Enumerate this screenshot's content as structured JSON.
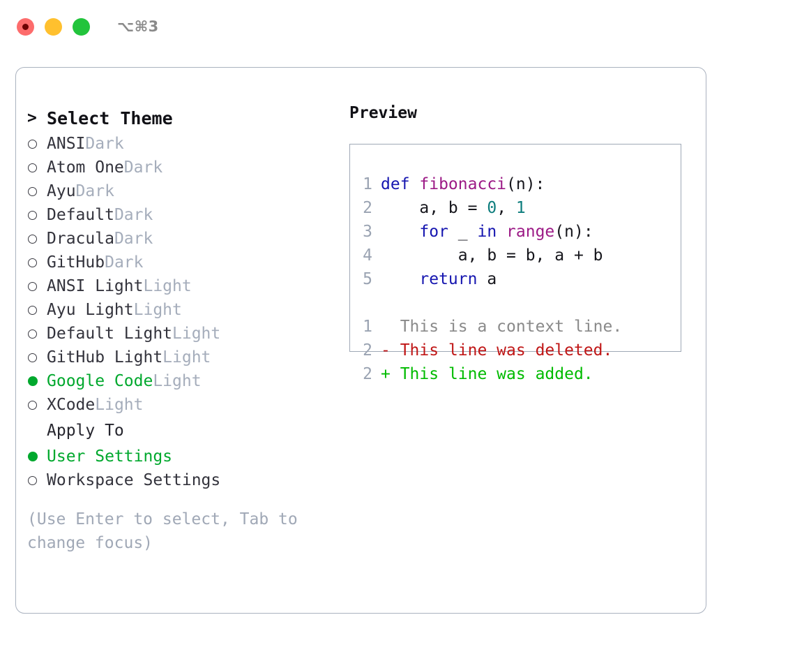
{
  "titlebar": {
    "shortcut": "⌥⌘3",
    "buttons": [
      {
        "name": "close",
        "color": "#fd6c6c"
      },
      {
        "name": "minimize",
        "color": "#ffc02e"
      },
      {
        "name": "maximize",
        "color": "#22c43c"
      }
    ]
  },
  "theme_picker": {
    "prompt": ">",
    "header": "Select Theme",
    "items": [
      {
        "name": "ANSI",
        "kind": "Dark",
        "selected": false
      },
      {
        "name": "Atom One",
        "kind": "Dark",
        "selected": false
      },
      {
        "name": "Ayu",
        "kind": "Dark",
        "selected": false
      },
      {
        "name": "Default",
        "kind": "Dark",
        "selected": false
      },
      {
        "name": "Dracula",
        "kind": "Dark",
        "selected": false
      },
      {
        "name": "GitHub",
        "kind": "Dark",
        "selected": false
      },
      {
        "name": "ANSI Light",
        "kind": "Light",
        "selected": false
      },
      {
        "name": "Ayu Light",
        "kind": "Light",
        "selected": false
      },
      {
        "name": "Default Light",
        "kind": "Light",
        "selected": false
      },
      {
        "name": "GitHub Light",
        "kind": "Light",
        "selected": false
      },
      {
        "name": "Google Code",
        "kind": "Light",
        "selected": true
      },
      {
        "name": "XCode",
        "kind": "Light",
        "selected": false
      }
    ]
  },
  "apply_to": {
    "header": "Apply To",
    "options": [
      {
        "label": "User Settings",
        "selected": true
      },
      {
        "label": "Workspace Settings",
        "selected": false
      }
    ]
  },
  "hint": "(Use Enter to select, Tab to change focus)",
  "preview": {
    "title": "Preview",
    "code_lines": [
      {
        "no": "1",
        "tokens": [
          {
            "t": "def ",
            "c": "kw"
          },
          {
            "t": "fibonacci",
            "c": "fn"
          },
          {
            "t": "(n):",
            "c": "plain"
          }
        ]
      },
      {
        "no": "2",
        "tokens": [
          {
            "t": "    a, b = ",
            "c": "plain"
          },
          {
            "t": "0",
            "c": "num"
          },
          {
            "t": ", ",
            "c": "plain"
          },
          {
            "t": "1",
            "c": "num"
          }
        ]
      },
      {
        "no": "3",
        "tokens": [
          {
            "t": "    ",
            "c": "plain"
          },
          {
            "t": "for",
            "c": "kw"
          },
          {
            "t": " _ ",
            "c": "plain"
          },
          {
            "t": "in",
            "c": "kw"
          },
          {
            "t": " ",
            "c": "plain"
          },
          {
            "t": "range",
            "c": "fn"
          },
          {
            "t": "(n):",
            "c": "plain"
          }
        ]
      },
      {
        "no": "4",
        "tokens": [
          {
            "t": "        a, b = b, a + b",
            "c": "plain"
          }
        ]
      },
      {
        "no": "5",
        "tokens": [
          {
            "t": "    ",
            "c": "plain"
          },
          {
            "t": "return",
            "c": "kw"
          },
          {
            "t": " a",
            "c": "plain"
          }
        ]
      }
    ],
    "diff_lines": [
      {
        "no": "1",
        "marker": " ",
        "text": " This is a context line.",
        "kind": "ctx"
      },
      {
        "no": "2",
        "marker": "-",
        "text": " This line was deleted.",
        "kind": "del"
      },
      {
        "no": "2",
        "marker": "+",
        "text": " This line was added.",
        "kind": "add"
      }
    ]
  },
  "colors": {
    "accent_green": "#00a82d",
    "muted": "#a5adbb",
    "border": "#aab2bf",
    "keyword": "#1616b0",
    "function": "#9c1a86",
    "number": "#0d7d7d",
    "diff_delete": "#c01616",
    "diff_add": "#00bb00"
  }
}
